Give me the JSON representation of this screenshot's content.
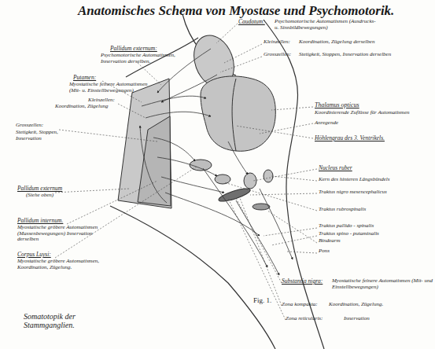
{
  "diagram": {
    "title": "Anatomisches Schema von Myostase und Psychomotorik.",
    "caption": "Fig. 1.",
    "labels": [
      "Pallidum externum:",
      "Psychomotorische Automatismen, Innervation derselben.",
      "Putamen:",
      "Myostatische feinere Automatismen (Mit- u. Einstellbewegungen)",
      "Kleinzellen:",
      "Koordination, Zügelung",
      "Grosszellen:",
      "Stetigkeit, Stoppen, Innervation",
      "Pallidum externum",
      "(Siehe oben)",
      "Pallidum internum.",
      "Myostatische gröbere Automatismen (Massenbewegungen) Innervation derselben",
      "Corpus Luysi:",
      "Myostatische gröbere Automatismen, Koordination, Zügelung.",
      "Somatotopik der Stammganglien.",
      "Caudatum:",
      "Psychomotorische Automatismen (Ausdrucks- u. Sinnbildbewegungen)",
      "Kleinzellen:",
      "Koordination, Zügelung derselben",
      "Grosszellen:",
      "Stetigkeit, Stoppen, Innervation derselben",
      "Thalamus opticus",
      "Koordinierende Zuflüsse für Automatismen",
      "Anregende",
      "Höhlengrau des 3. Ventrikels.",
      "Nucleus ruber",
      "Kern des hinteren Längsbündels",
      "Traktus nigro mesencephalicus",
      "Traktus rubrospinalis",
      "Traktus pallido - spinalis",
      "Traktus spino - putaminalis",
      "Bindearm",
      "Pons",
      "Substantia nigra:",
      "Myostatische feinere Automatismen (Mit- und Einstellbewegungen)",
      "Zona kompakta:",
      "Koordination, Zügelung.",
      "Zona reticularis:",
      "Innervation"
    ]
  }
}
